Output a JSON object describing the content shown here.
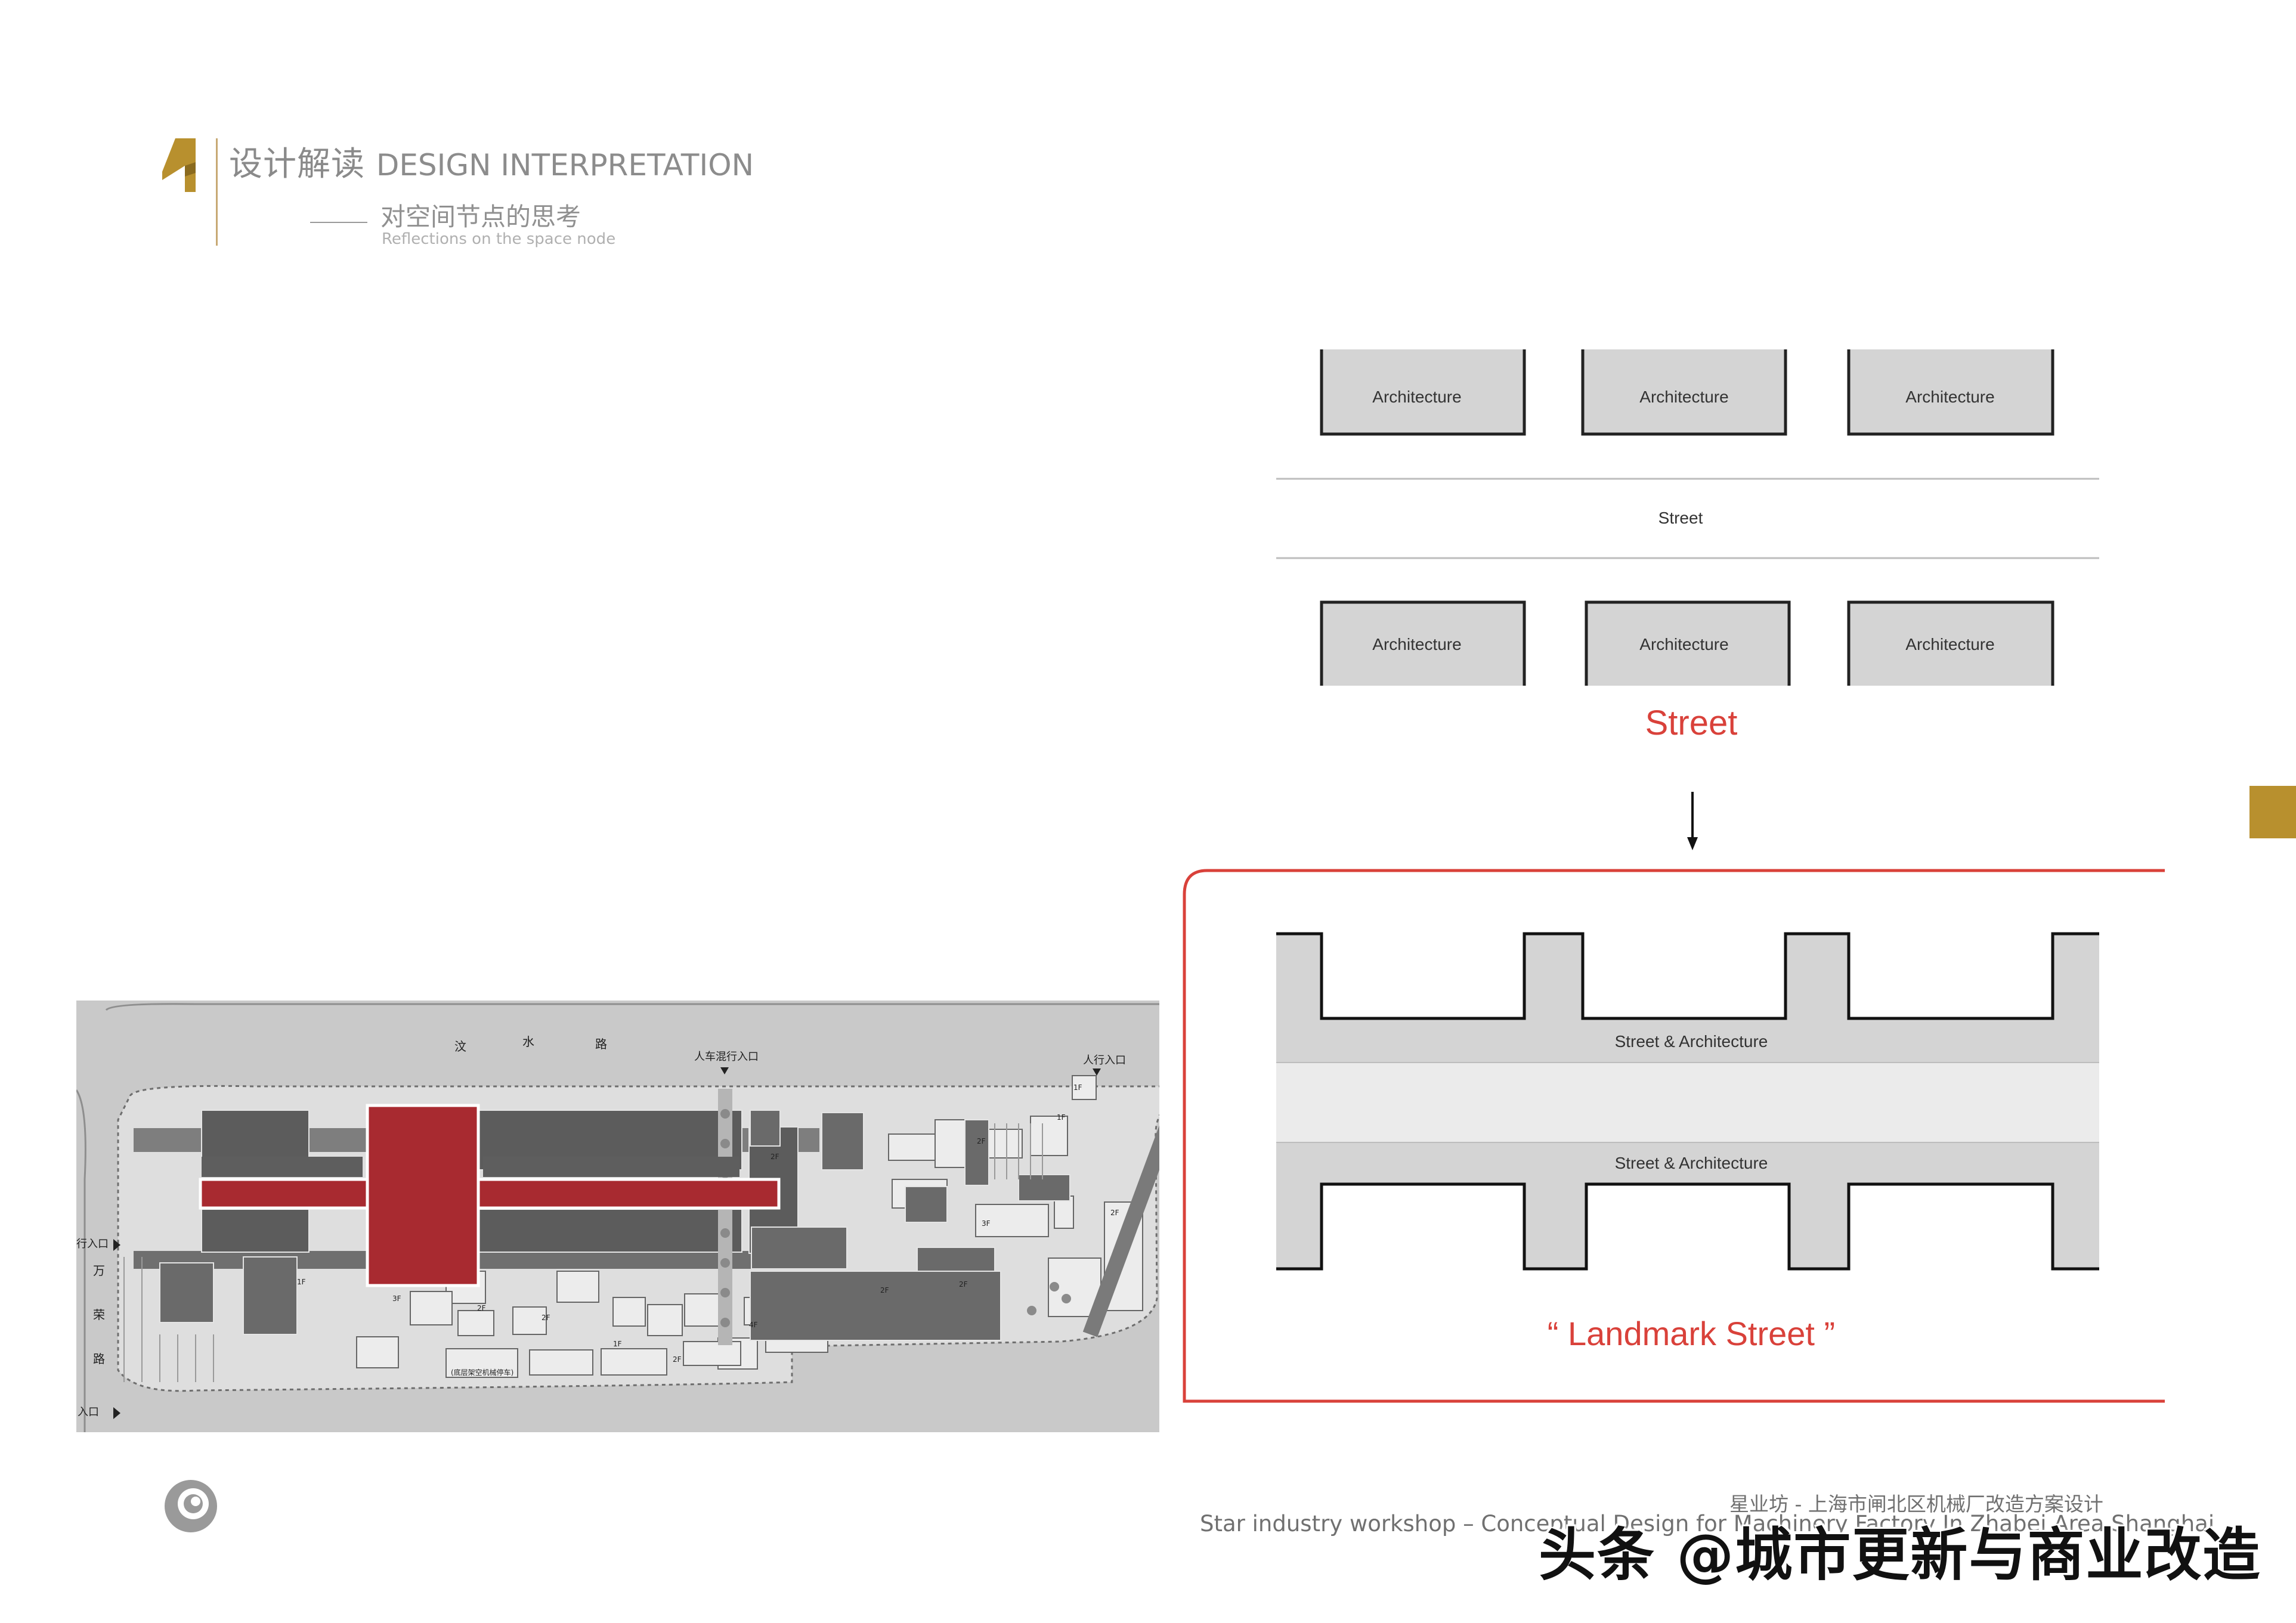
{
  "header": {
    "chapter_number": "4",
    "title_cn": "设计解读",
    "title_en": "DESIGN INTERPRETATION",
    "subtitle_cn": "对空间节点的思考",
    "subtitle_en": "Reflections on the space node"
  },
  "colors": {
    "gold": "#b8902e",
    "gold_rule": "#c7a974",
    "accent_red": "#d9413a",
    "highlight_red": "#a82a30",
    "block_gray": "#d4d4d4",
    "street_band": "#ebebeb"
  },
  "site_plan": {
    "road_north": [
      "汶",
      "水",
      "路"
    ],
    "road_west": [
      "万",
      "荣",
      "路"
    ],
    "entrance_vehicle_pedestrian": "人车混行入口",
    "entrance_pedestrian": "人行入口",
    "entrance_west_1": "行入口",
    "entrance_west_2": "入口",
    "parking_label": "(底层架空机械停车)",
    "floor_tags": [
      "2F",
      "2F",
      "1F",
      "3F",
      "2F",
      "1F",
      "2F",
      "2F",
      "4F",
      "1F",
      "3F",
      "2F",
      "2F",
      "1F",
      "2F"
    ]
  },
  "diagram": {
    "top_row": [
      "Architecture",
      "Architecture",
      "Architecture"
    ],
    "middle_street": "Street",
    "bottom_row": [
      "Architecture",
      "Architecture",
      "Architecture"
    ],
    "street_caption": "Street",
    "band_label_top": "Street & Architecture",
    "band_label_bottom": "Street & Architecture",
    "landmark_caption": "“ Landmark Street ”"
  },
  "footer": {
    "line_cn": "星业坊 - 上海市闸北区机械厂改造方案设计",
    "line_en": "Star industry workshop – Conceptual Design for Machinery Factory In Zhabei Area Shanghai"
  },
  "watermark": "头条 @城市更新与商业改造"
}
